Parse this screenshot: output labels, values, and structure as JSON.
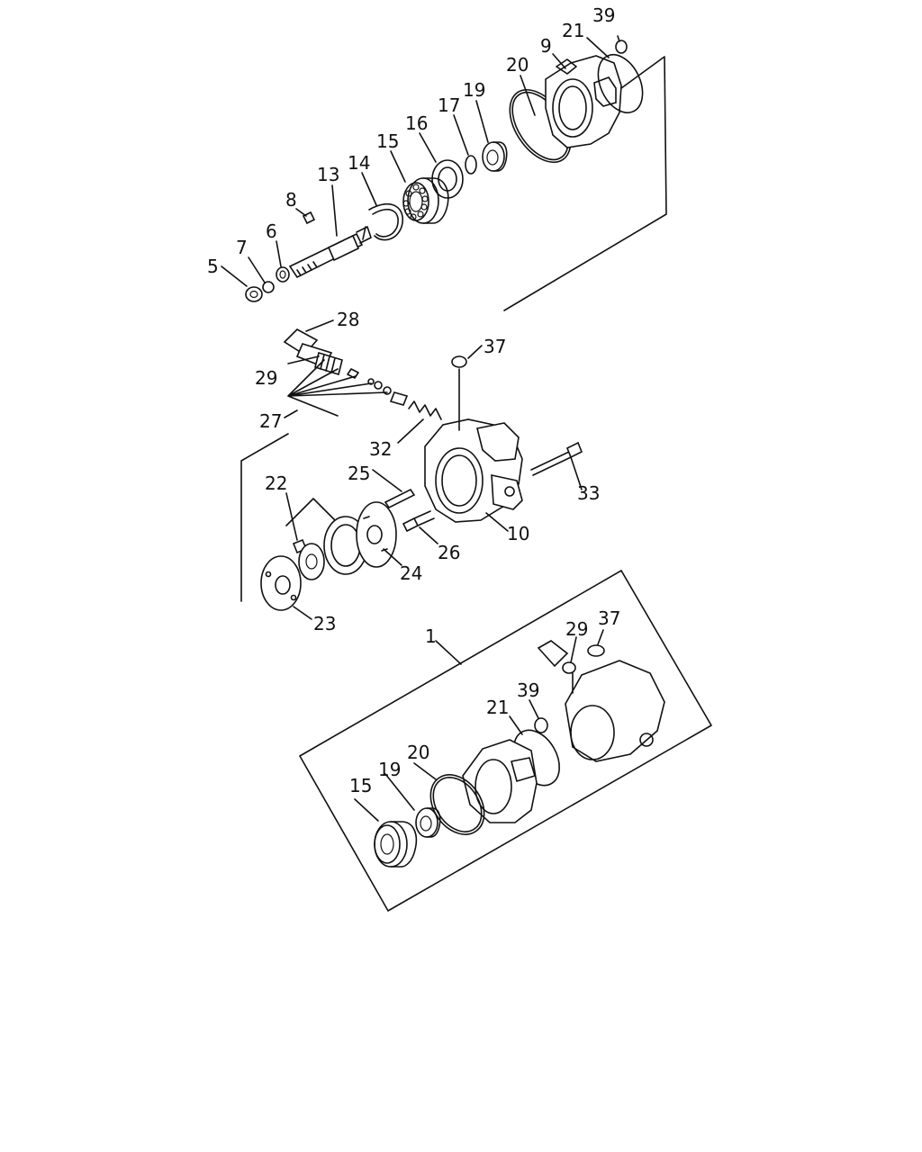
{
  "callouts": [
    {
      "id": "c-39-top",
      "text": "39"
    },
    {
      "id": "c-21-top",
      "text": "21"
    },
    {
      "id": "c-9",
      "text": "9"
    },
    {
      "id": "c-20-top",
      "text": "20"
    },
    {
      "id": "c-19-top",
      "text": "19"
    },
    {
      "id": "c-17",
      "text": "17"
    },
    {
      "id": "c-16",
      "text": "16"
    },
    {
      "id": "c-15-top",
      "text": "15"
    },
    {
      "id": "c-14",
      "text": "14"
    },
    {
      "id": "c-13",
      "text": "13"
    },
    {
      "id": "c-8",
      "text": "8"
    },
    {
      "id": "c-7",
      "text": "7"
    },
    {
      "id": "c-6",
      "text": "6"
    },
    {
      "id": "c-5",
      "text": "5"
    },
    {
      "id": "c-28",
      "text": "28"
    },
    {
      "id": "c-37-mid",
      "text": "37"
    },
    {
      "id": "c-29-mid",
      "text": "29"
    },
    {
      "id": "c-27",
      "text": "27"
    },
    {
      "id": "c-32",
      "text": "32"
    },
    {
      "id": "c-25",
      "text": "25"
    },
    {
      "id": "c-33",
      "text": "33"
    },
    {
      "id": "c-22",
      "text": "22"
    },
    {
      "id": "c-10",
      "text": "10"
    },
    {
      "id": "c-26",
      "text": "26"
    },
    {
      "id": "c-24",
      "text": "24"
    },
    {
      "id": "c-23",
      "text": "23"
    },
    {
      "id": "c-1",
      "text": "1"
    },
    {
      "id": "c-29-kit",
      "text": "29"
    },
    {
      "id": "c-37-kit",
      "text": "37"
    },
    {
      "id": "c-39-kit",
      "text": "39"
    },
    {
      "id": "c-21-kit",
      "text": "21"
    },
    {
      "id": "c-20-kit",
      "text": "20"
    },
    {
      "id": "c-19-kit",
      "text": "19"
    },
    {
      "id": "c-15-kit",
      "text": "15"
    }
  ]
}
